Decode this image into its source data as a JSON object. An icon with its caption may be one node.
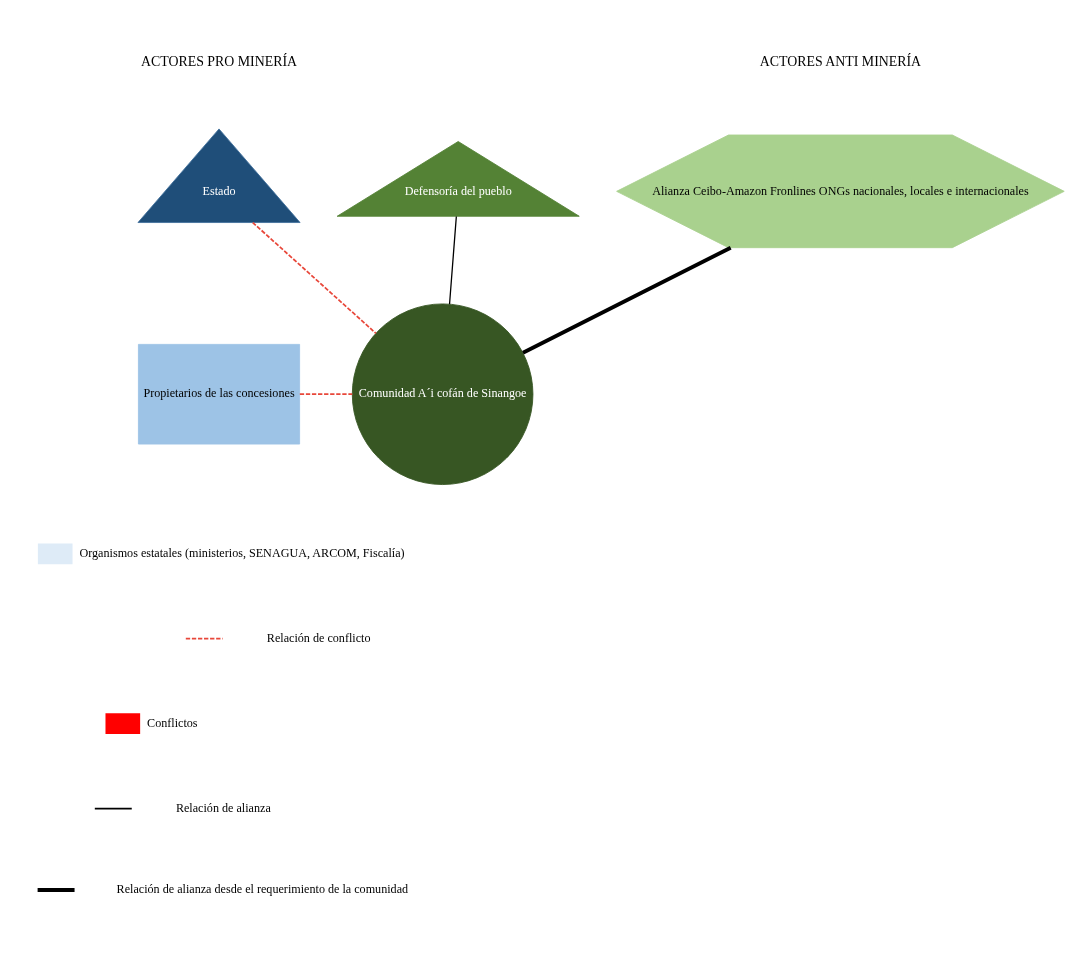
{
  "diagram": {
    "nodes": [
      {
        "text": [
          "Estado"
        ]
      },
      {
        "text": [
          "Propietarios de las concesiones"
        ]
      },
      {
        "text": [
          "Defensoría del pueblo"
        ]
      },
      {
        "text": [
          "Alianza Ceibo-Amazon Fronlines ONGs nacionales, locales e internacionales"
        ]
      },
      {
        "text": [
          "Comunidad A´i cofán de Sinangoe"
        ]
      }
    ],
    "edges": [
      {
        "from": 0,
        "to": 4,
        "arrow": "none",
        "style": "dashed",
        "color": "#e8473a"
      },
      {
        "from": 1,
        "to": 4,
        "arrow": "none",
        "style": "dashed",
        "color": "#e8473a"
      },
      {
        "from": 2,
        "to": 4,
        "arrow": "none",
        "color": "#000000"
      },
      {
        "from": 3,
        "to": 4,
        "arrow": "none",
        "style": "thick",
        "color": "#000000"
      }
    ],
    "labels": [
      "ACTORES PRO MINERÍA",
      "ACTORES ANTI MINERÍA"
    ],
    "legend": [
      {
        "text": "Organismos estatales (ministerios, SENAGUA, ARCOM, Fiscalía)",
        "color": "#deebf7"
      },
      {
        "text": "Relación de conflicto"
      },
      {
        "text": "Conflictos",
        "color": "#ff0000"
      },
      {
        "text": "Relación de alianza"
      },
      {
        "text": "Relación de alianza desde el requerimiento de la comunidad"
      }
    ]
  }
}
